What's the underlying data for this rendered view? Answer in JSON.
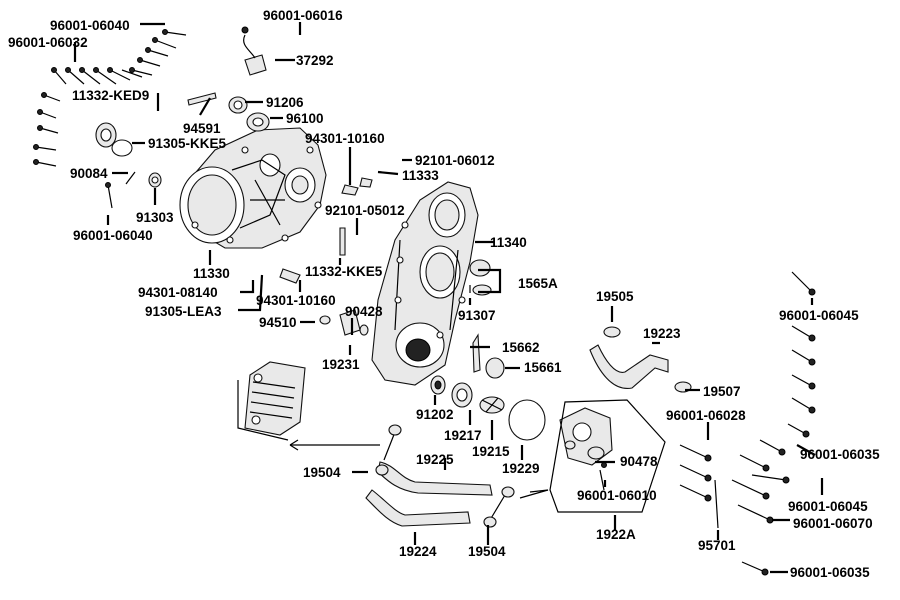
{
  "labels": {
    "p96001_06040_top": "96001-06040",
    "p96001_06032": "96001-06032",
    "p96001_06016": "96001-06016",
    "p37292": "37292",
    "p11332_ked9": "11332-KED9",
    "p91206": "91206",
    "p94591": "94591",
    "p96100": "96100",
    "p91305_kke5": "91305-KKE5",
    "p94301_10160_a": "94301-10160",
    "p92101_06012": "92101-06012",
    "p90084": "90084",
    "p11333": "11333",
    "p91303": "91303",
    "p96001_06040_b": "96001-06040",
    "p92101_05012": "92101-05012",
    "p11340": "11340",
    "p11330": "11330",
    "p11332_kke5": "11332-KKE5",
    "p1565a": "1565A",
    "p94301_08140": "94301-08140",
    "p94301_10160_b": "94301-10160",
    "p91305_lea3": "91305-LEA3",
    "p90428": "90428",
    "p91307": "91307",
    "p19505": "19505",
    "p96001_06045_a": "96001-06045",
    "p94510": "94510",
    "p19223": "19223",
    "p15662": "15662",
    "p19231": "19231",
    "p15661": "15661",
    "p19507": "19507",
    "p96001_06028": "96001-06028",
    "p91202": "91202",
    "p19217": "19217",
    "p19215": "19215",
    "p90478": "90478",
    "p96001_06035_a": "96001-06035",
    "p19504_a": "19504",
    "p19225": "19225",
    "p19229": "19229",
    "p96001_06010": "96001-06010",
    "p96001_06045_b": "96001-06045",
    "p96001_06070": "96001-06070",
    "p1922a": "1922A",
    "p19224": "19224",
    "p19504_b": "19504",
    "p95701": "95701",
    "p96001_06035_b": "96001-06035"
  }
}
